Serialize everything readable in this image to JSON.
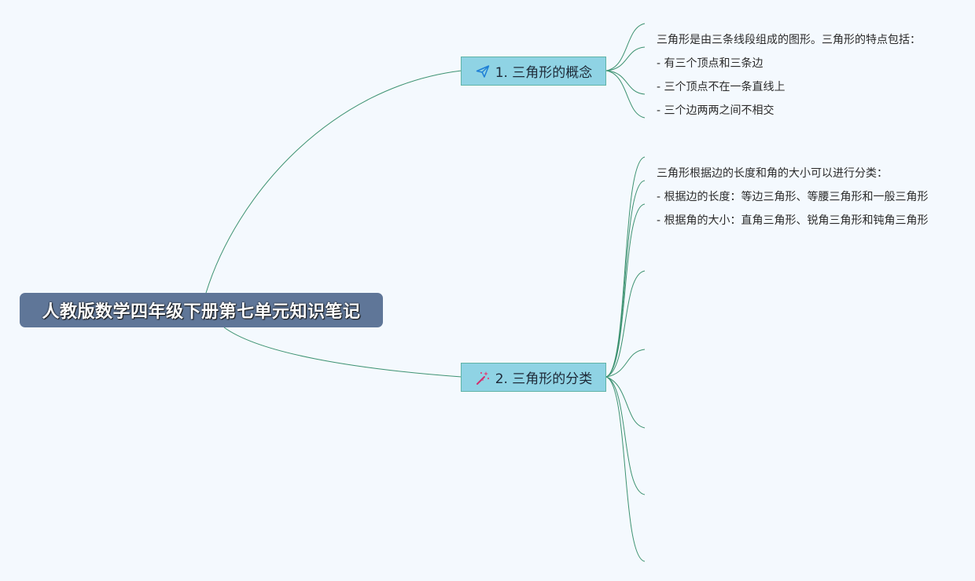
{
  "root": {
    "title": "人教版数学四年级下册第七单元知识笔记"
  },
  "branches": [
    {
      "label": "1. 三角形的概念",
      "icon": "paper-plane-icon",
      "color": "#8fd3e4",
      "leaves": [
        "三角形是由三条线段组成的图形。三角形的特点包括：",
        "- 有三个顶点和三条边",
        "- 三个顶点不在一条直线上",
        "- 三个边两两之间不相交"
      ]
    },
    {
      "label": "2. 三角形的分类",
      "icon": "magic-wand-icon",
      "color": "#8fd3e4",
      "leaves": [
        "三角形根据边的长度和角的大小可以进行分类：",
        "- 根据边的长度：等边三角形、等腰三角形和一般三角形",
        "- 根据角的大小：直角三角形、锐角三角形和钝角三角形"
      ]
    }
  ],
  "colors": {
    "background": "#f4f9fe",
    "root": "#5f7698",
    "branch": "#8fd3e4",
    "connector": "#3d9271"
  }
}
